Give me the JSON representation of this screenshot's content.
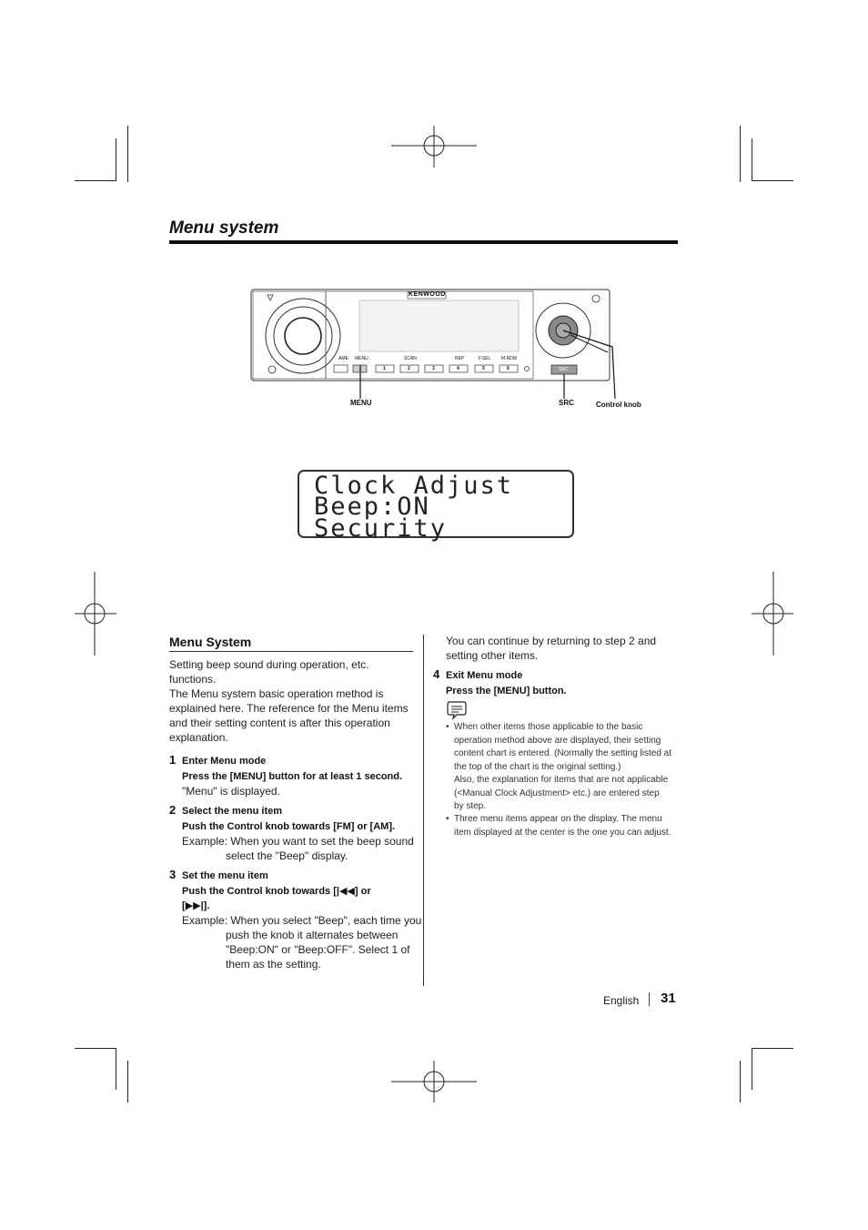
{
  "section_title": "Menu system",
  "device": {
    "brand": "KENWOOD",
    "buttons": [
      "",
      "",
      "1",
      "2",
      "3",
      "4",
      "5",
      "6"
    ],
    "button_labels": [
      "AME",
      "MENU",
      "SCAN",
      "REP",
      "F.SEL",
      "M.RDM"
    ],
    "src_label": "SRC",
    "callouts": {
      "menu": "MENU",
      "src": "SRC",
      "control_knob": "Control knob"
    }
  },
  "lcd": {
    "lines": [
      "Clock Adjust",
      "Beep:ON",
      "Security"
    ]
  },
  "content": {
    "heading": "Menu System",
    "intro": [
      "Setting beep sound during operation, etc.",
      "functions.",
      "The Menu system basic operation method is",
      "explained here. The reference for the Menu items",
      "and their setting content is after this operation",
      "explanation."
    ],
    "steps": [
      {
        "num": "1",
        "title": "Enter Menu mode",
        "action": [
          "Press the [MENU] button for at least 1 second."
        ],
        "detail": [
          "\"Menu\" is displayed."
        ]
      },
      {
        "num": "2",
        "title": "Select the menu item",
        "action": [
          "Push the Control knob towards [FM] or [AM]."
        ],
        "example": [
          "Example: When you want to set the beep sound",
          "select the \"Beep\" display."
        ]
      },
      {
        "num": "3",
        "title": "Set the menu item",
        "action": [
          "Push the Control knob towards [|◀◀] or",
          "[▶▶|]."
        ],
        "example": [
          "Example: When you select \"Beep\", each time you",
          "push the knob it alternates between",
          "\"Beep:ON\" or \"Beep:OFF\". Select 1 of",
          "them as the setting."
        ]
      }
    ],
    "continue": [
      "You can continue by returning to step 2 and",
      "setting other items."
    ],
    "step4": {
      "num": "4",
      "title": "Exit Menu mode",
      "action": "Press the [MENU] button."
    },
    "notes": [
      [
        "When other items those applicable to the basic",
        "operation method above are displayed, their setting",
        "content chart is entered. (Normally the setting listed at",
        "the top of the chart is the original setting.)",
        "Also, the explanation for items that are not applicable",
        "(<Manual Clock Adjustment> etc.) are entered step",
        "by step."
      ],
      [
        "Three menu items appear on the display. The menu",
        "item displayed at the center is the one you can adjust."
      ]
    ]
  },
  "footer": {
    "language": "English",
    "page": "31"
  }
}
